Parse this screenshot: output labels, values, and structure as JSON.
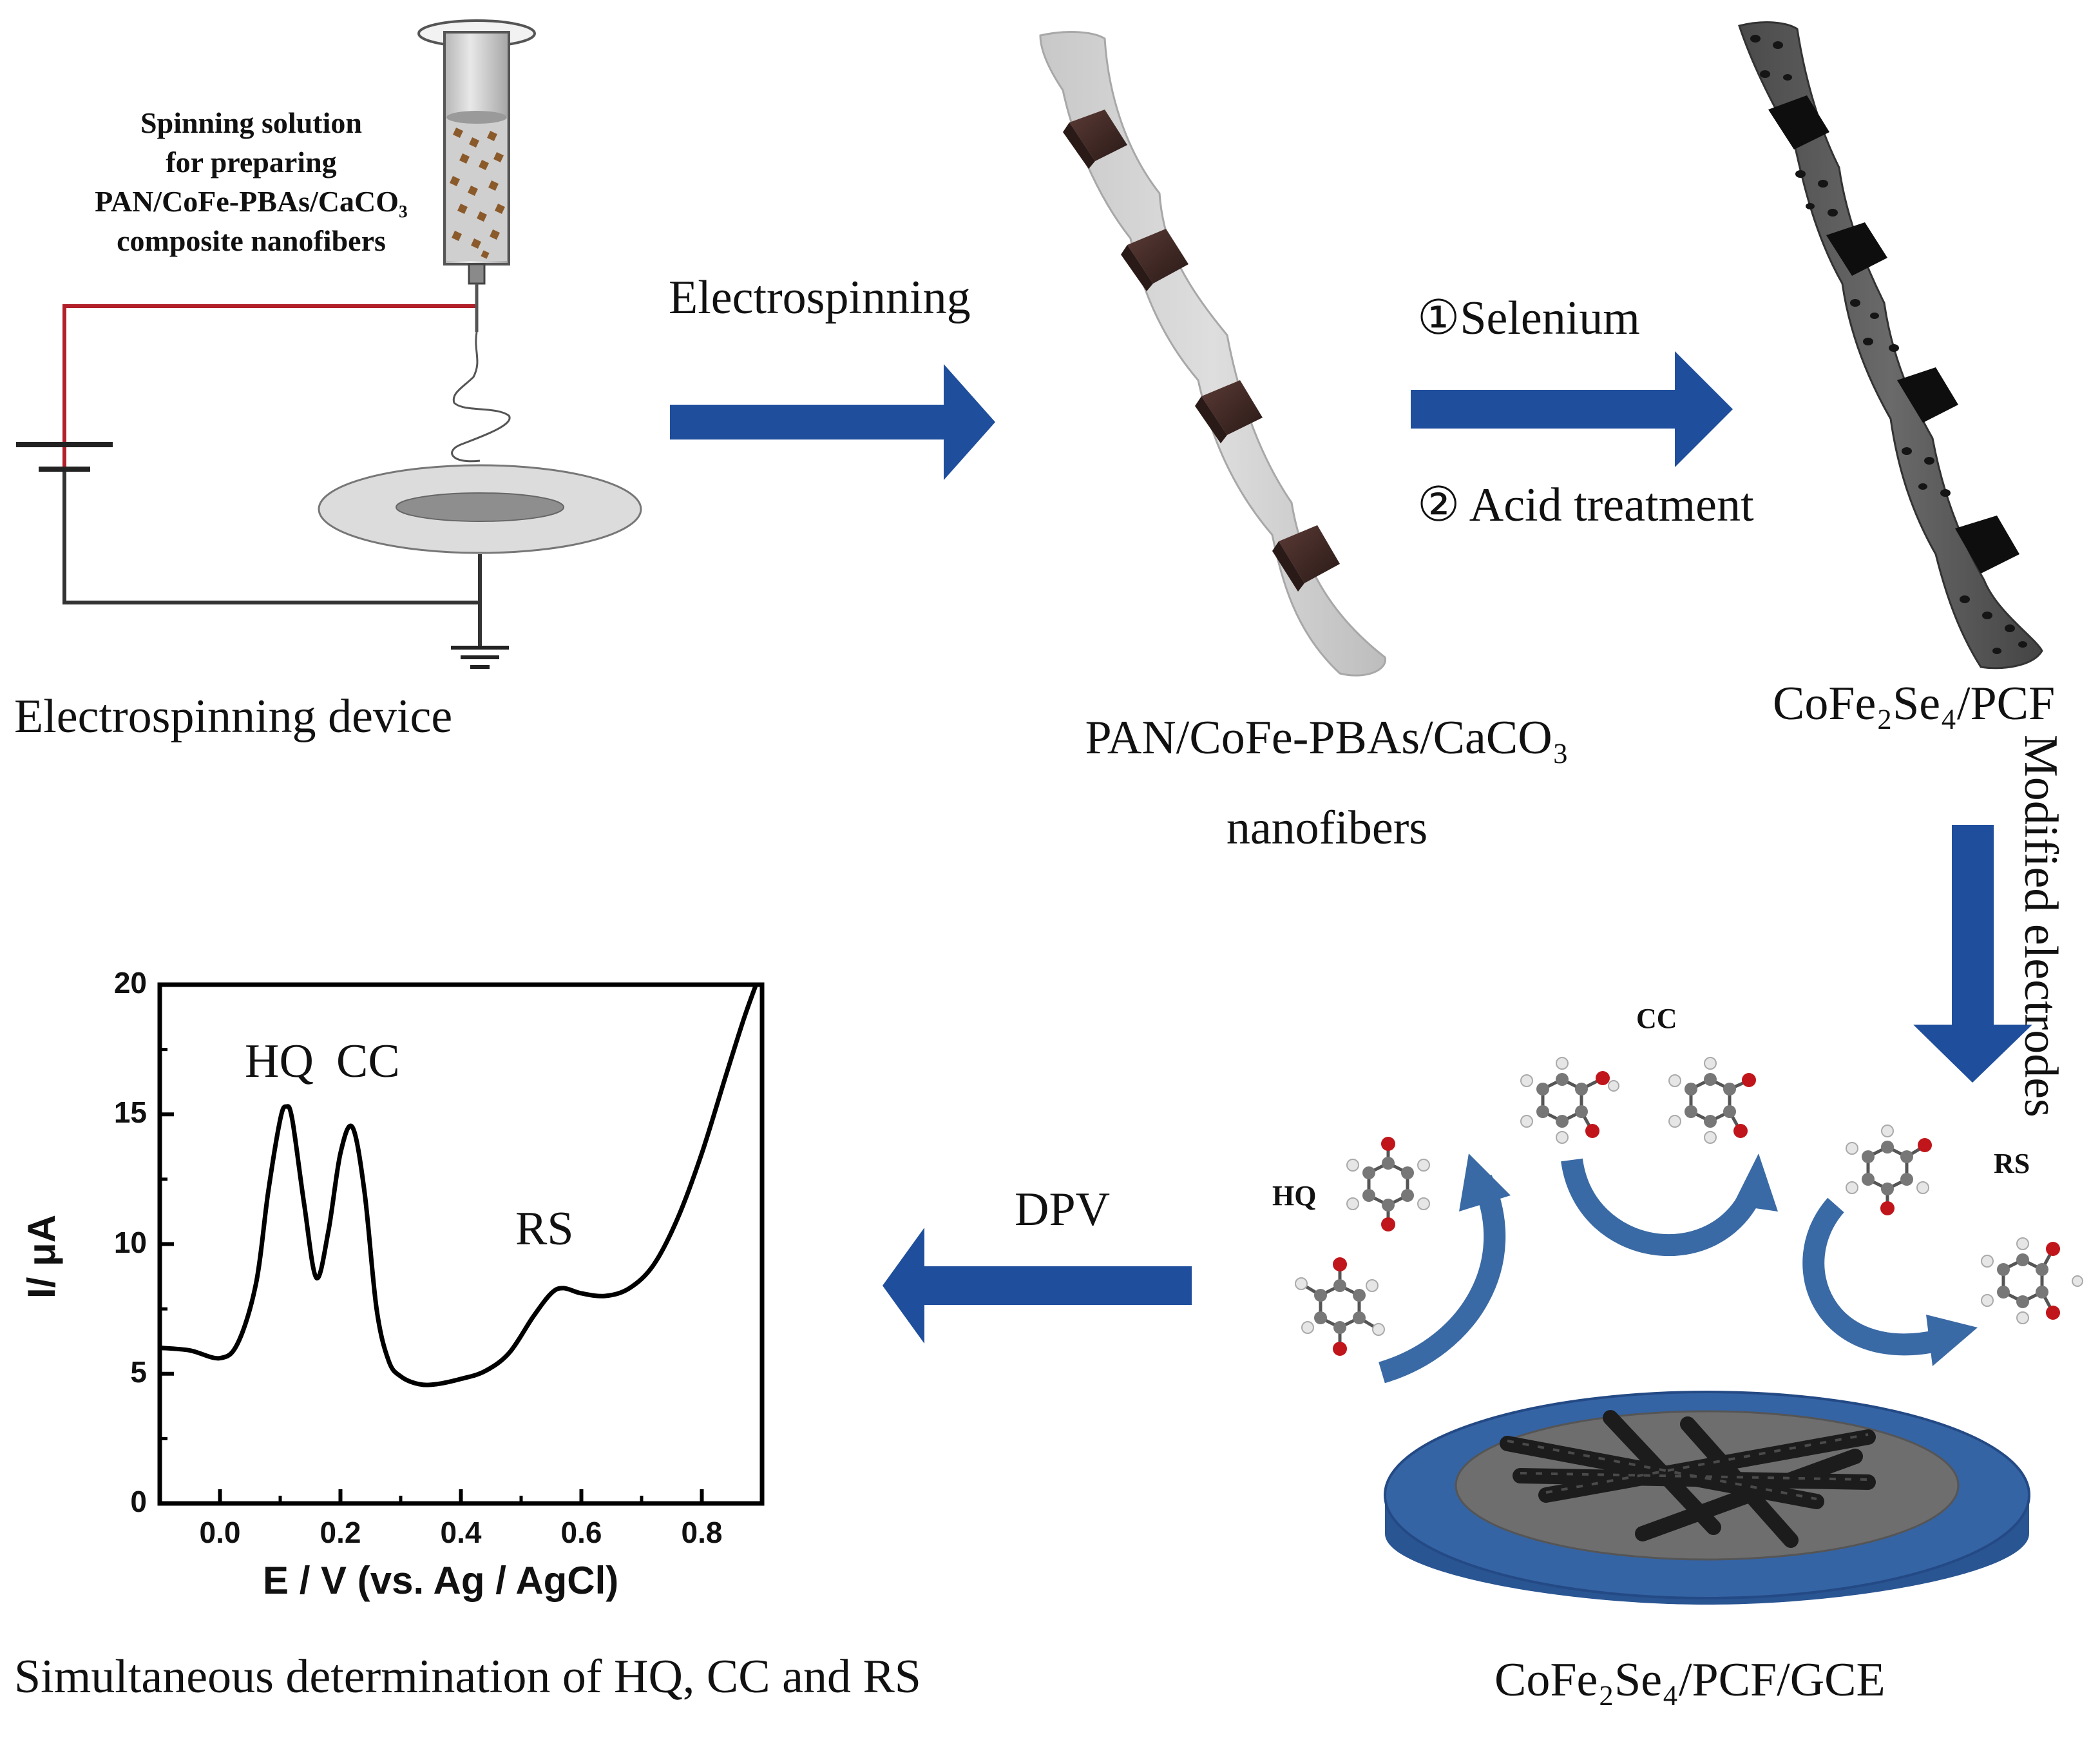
{
  "device": {
    "caption": "Electrospinning device",
    "solution_label": [
      "Spinning solution",
      "for preparing",
      "PAN/CoFe-PBAs/CaCO₃",
      "composite nanofibers"
    ]
  },
  "step1": {
    "label": "Electrospinning"
  },
  "fiber1": {
    "caption_line1": "PAN/CoFe-PBAs/CaCO₃",
    "caption_line2": "nanofibers"
  },
  "step2": {
    "label1": "①Selenium",
    "label2": "② Acid treatment"
  },
  "fiber2": {
    "caption": "CoFe₂Se₄/PCF"
  },
  "step3": {
    "label": "Modified electrodes"
  },
  "electrode": {
    "caption": "CoFe₂Se₄/PCF/GCE",
    "molecules": {
      "hq": "HQ",
      "cc": "CC",
      "rs": "RS"
    }
  },
  "step4": {
    "label": "DPV"
  },
  "result": {
    "caption": "Simultaneous determination of HQ, CC and RS"
  },
  "colors": {
    "arrow": "#1f4e9c",
    "arrow_dark": "#163d7e",
    "wire_red": "#b2202a",
    "electrode_blue": "#2e5c9a"
  },
  "chart_data": {
    "type": "line",
    "xlabel": "E / V (vs. Ag / AgCl)",
    "ylabel": "I/ μA",
    "xlim": [
      -0.1,
      0.9
    ],
    "ylim": [
      0,
      20
    ],
    "xticks": [
      "0.0",
      "0.2",
      "0.4",
      "0.6",
      "0.8"
    ],
    "yticks": [
      "0",
      "5",
      "10",
      "15",
      "20"
    ],
    "annotations": [
      "HQ",
      "CC",
      "RS"
    ],
    "series": [
      {
        "x": [
          -0.1,
          -0.05,
          0.0,
          0.03,
          0.06,
          0.08,
          0.1,
          0.11,
          0.12,
          0.14,
          0.16,
          0.18,
          0.2,
          0.22,
          0.24,
          0.26,
          0.28,
          0.3,
          0.33,
          0.36,
          0.4,
          0.44,
          0.48,
          0.52,
          0.55,
          0.57,
          0.6,
          0.64,
          0.68,
          0.72,
          0.76,
          0.8,
          0.84,
          0.87,
          0.89
        ],
        "y": [
          6.0,
          5.9,
          5.6,
          6.2,
          8.5,
          12.0,
          14.8,
          15.3,
          14.8,
          11.5,
          8.7,
          10.5,
          13.5,
          14.5,
          12.0,
          7.5,
          5.5,
          4.9,
          4.6,
          4.6,
          4.8,
          5.1,
          5.8,
          7.2,
          8.1,
          8.3,
          8.1,
          8.0,
          8.3,
          9.2,
          11.0,
          13.5,
          16.5,
          18.7,
          20.0
        ]
      }
    ]
  }
}
